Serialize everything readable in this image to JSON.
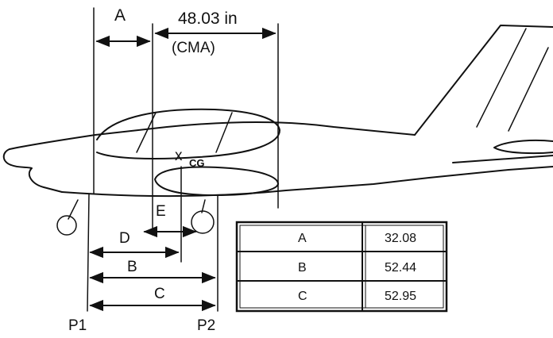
{
  "dimensions": {
    "a_label": "A",
    "cma_value": "48.03 in",
    "cma_note": "(CMA)",
    "b_label": "B",
    "c_label": "C",
    "d_label": "D",
    "e_label": "E",
    "cg_mark": "x",
    "cg_label": "CG",
    "p1_label": "P1",
    "p2_label": "P2"
  },
  "table": {
    "rows": [
      {
        "key": "A",
        "value": "32.08"
      },
      {
        "key": "B",
        "value": "52.44"
      },
      {
        "key": "C",
        "value": "52.95"
      }
    ]
  }
}
